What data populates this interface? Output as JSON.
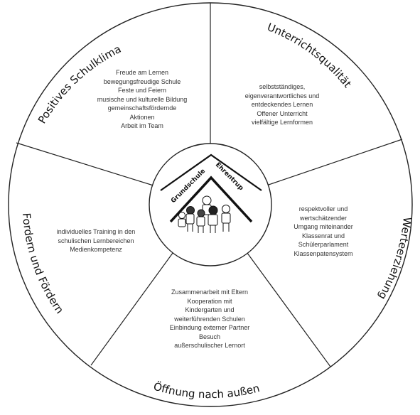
{
  "segments": {
    "positives_schulklima": {
      "title": "Positives Schulklima",
      "items": [
        "Freude am Lernen",
        "bewegungsfreudige Schule",
        "Feste und Feiern",
        "musische und kulturelle Bildung",
        "gemeinschaftsfördernde",
        "Aktionen",
        "Arbeit im Team"
      ]
    },
    "unterrichtsqualitaet": {
      "title": "Unterrichtsqualität",
      "items": [
        "selbstständiges,",
        "eigenverantwortliches und",
        "entdeckendes Lernen",
        "Offener Unterricht",
        "vielfältige Lernformen"
      ]
    },
    "werteerziehung": {
      "title": "Werteerziehung",
      "items": [
        "respektvoller und",
        "wertschätzender",
        "Umgang miteinander",
        "Klassenrat und",
        "Schülerparlament",
        "Klassenpatensystem"
      ]
    },
    "oeffnung_nach_aussen": {
      "title": "Öffnung nach außen",
      "items": [
        "Zusammenarbeit mit Eltern",
        "Kooperation mit",
        "Kindergarten und",
        "weiterführenden Schulen",
        "Einbindung externer Partner",
        "Besuch",
        "außerschulischer Lernort"
      ]
    },
    "fordern_und_foerdern": {
      "title": "Fordern und Fördern",
      "items": [
        "individuelles Training in den",
        "schulischen Lernbereichen",
        "Medienkompetenz"
      ]
    }
  },
  "logo": {
    "left_roof_text": "Grundschule",
    "right_roof_text": "Ehrentrup"
  }
}
